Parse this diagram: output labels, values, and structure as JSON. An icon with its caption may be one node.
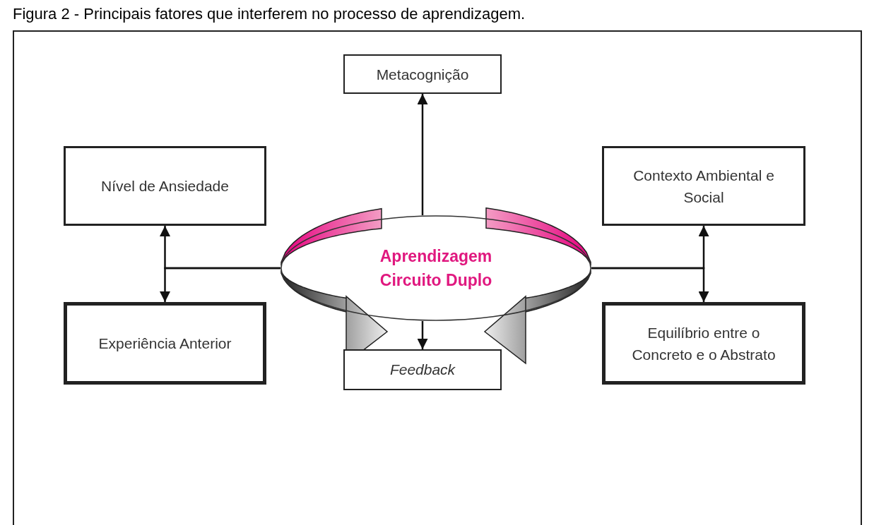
{
  "diagram": {
    "title": "Figura 2 - Principais fatores que interferem no processo de aprendizagem.",
    "nodes": [
      {
        "text": [
          "Metacognição"
        ]
      },
      {
        "text": [
          "Nível de Ansiedade"
        ]
      },
      {
        "text": [
          "Contexto Ambiental e Social"
        ]
      },
      {
        "text": [
          "Aprendizagem Circuito Duplo"
        ]
      },
      {
        "text": [
          "Experiência Anterior"
        ]
      },
      {
        "text": [
          "Equilíbrio entre o Concreto e o Abstrato"
        ]
      },
      {
        "text": [
          "Feedback"
        ]
      }
    ],
    "edges": [
      {
        "from": 3,
        "to": 0,
        "arrow": "to"
      },
      {
        "from": 3,
        "to": 1,
        "arrow": "to"
      },
      {
        "from": 3,
        "to": 4,
        "arrow": "to"
      },
      {
        "from": 3,
        "to": 2,
        "arrow": "to"
      },
      {
        "from": 3,
        "to": 5,
        "arrow": "to"
      },
      {
        "from": 3,
        "to": 6,
        "arrow": "to"
      }
    ]
  }
}
